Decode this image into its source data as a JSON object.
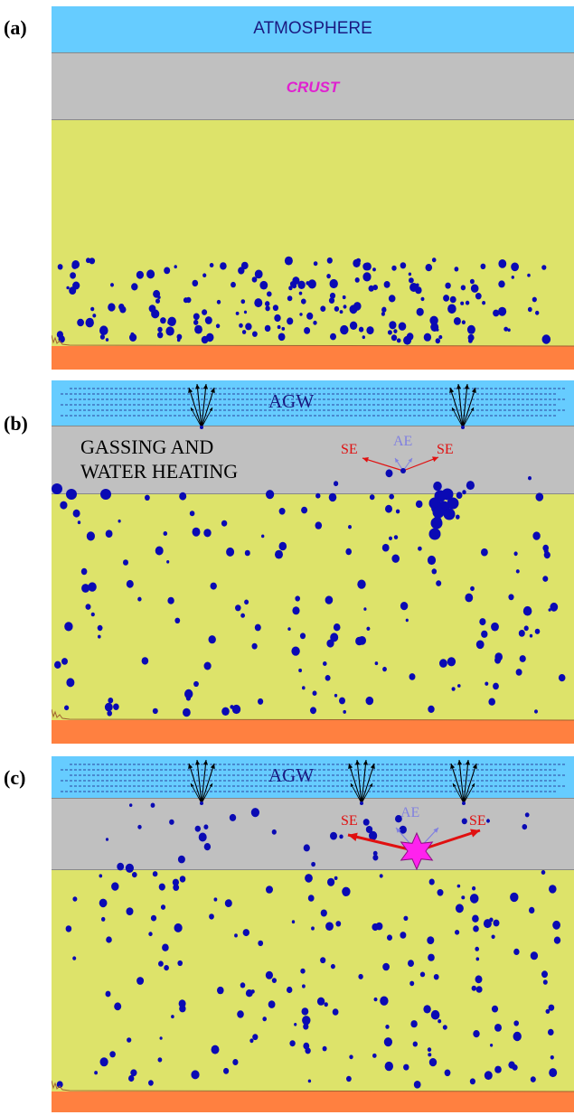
{
  "panel_a": {
    "label": "(a)",
    "atmosphere_label": "ATMOSPHERE",
    "crust_label": "CRUST"
  },
  "panel_b": {
    "label": "(b)",
    "agw_label": "AGW",
    "caption_line1": "GASSING AND",
    "caption_line2": "WATER HEATING",
    "se_left": "SE",
    "ae": "AE",
    "se_right": "SE"
  },
  "panel_c": {
    "label": "(c)",
    "agw_label": "AGW",
    "se_left": "SE",
    "ae": "AE",
    "se_right": "SE"
  },
  "colors": {
    "atmosphere": "#66ccff",
    "crust": "#c0c0c0",
    "mantle": "#dde36a",
    "core": "#ff8040",
    "bubble": "#0a0ab4",
    "se_arrow": "#e01010",
    "ae_arrow": "#8080e0",
    "explosion": "#ff22ee"
  }
}
